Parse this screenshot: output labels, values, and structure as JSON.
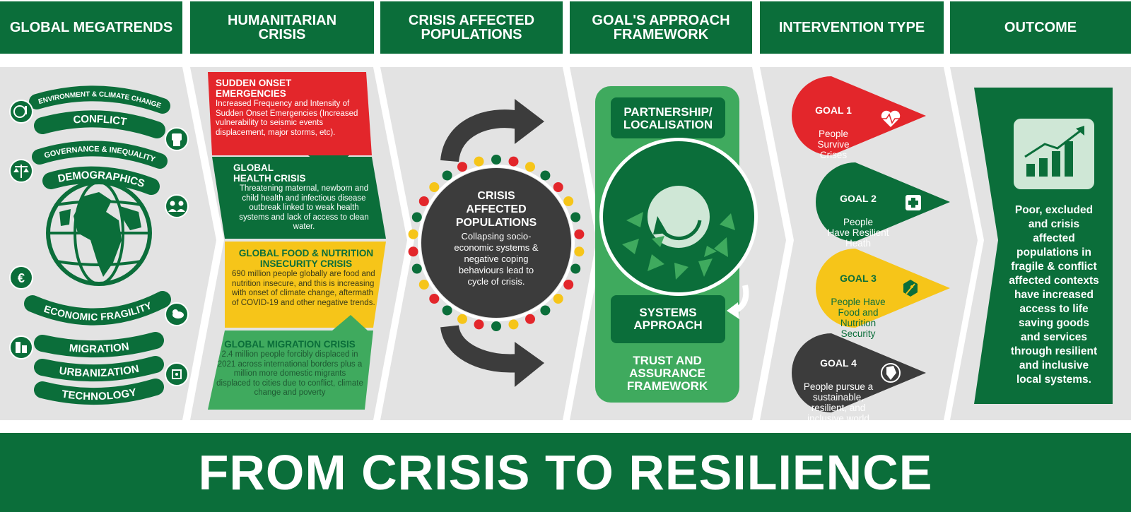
{
  "headers": [
    "GLOBAL MEGATRENDS",
    "HUMANITARIAN\nCRISIS",
    "CRISIS AFFECTED\nPOPULATIONS",
    "GOAL'S APPROACH\nFRAMEWORK",
    "INTERVENTION TYPE",
    "OUTCOME"
  ],
  "megatrends": {
    "top": [
      "ENVIRONMENT & CLIMATE CHANGE",
      "CONFLICT",
      "GOVERNANCE & INEQUALITY",
      "DEMOGRAPHICS"
    ],
    "bottom": [
      "ECONOMIC FRAGILITY",
      "MIGRATION",
      "URBANIZATION",
      "TECHNOLOGY"
    ],
    "icons": [
      "thermometer-globe-icon",
      "fist-icon",
      "scales-icon",
      "people-icon",
      "euro-icon",
      "cloud-transfer-icon",
      "buildings-icon",
      "circuit-icon"
    ]
  },
  "crises": [
    {
      "title": "SUDDEN ONSET\nEMERGENCIES",
      "body": "Increased Frequency and Intensity of Sudden Onset Emergencies (Increased vulnerability to seismic events displacement, major storms, etc).",
      "color": "#e3262b"
    },
    {
      "title": "GLOBAL\nHEALTH CRISIS",
      "body": "Threatening maternal, newborn and child health and infectious disease outbreak linked to weak health systems and lack of access to clean water.",
      "color": "#0b6e3a"
    },
    {
      "title": "GLOBAL FOOD & NUTRITION\nINSECURITY CRISIS",
      "body": "690 million people globally are food and nutrition insecure, and this is increasing with onset of climate change, aftermath of COVID-19 and other negative trends.",
      "color": "#f6c519"
    },
    {
      "title": "GLOBAL MIGRATION CRISIS",
      "body": "2.4 million people forcibly displaced in 2021 across international borders plus a million more domestic migrants displaced to cities due to conflict, climate change and poverty",
      "color": "#3faa5e"
    }
  ],
  "populations": {
    "title": "CRISIS\nAFFECTED\nPOPULATIONS",
    "body": "Collapsing socio-economic systems & negative coping behaviours lead to cycle of crisis."
  },
  "framework": {
    "top": "PARTNERSHIP/\nLOCALISATION",
    "middle": "SYSTEMS\nAPPROACH",
    "bottom": "TRUST AND\nASSURANCE\nFRAMEWORK"
  },
  "goals": [
    {
      "title": "GOAL 1",
      "body": "People\nSurvive\nCrises",
      "color": "#e3262b",
      "icon": "heart-pulse-icon"
    },
    {
      "title": "GOAL 2",
      "body": "People\nHave Resilient\nHeath",
      "color": "#0b6e3a",
      "icon": "medical-cross-icon"
    },
    {
      "title": "GOAL 3",
      "body": "People Have\nFood and\nNutrition\nSecurity",
      "color": "#f6c519",
      "icon": "wheat-icon"
    },
    {
      "title": "GOAL 4",
      "body": "People pursue a\nsustainable,\nresilient, and\ninclusive world",
      "color": "#3c3c3c",
      "icon": "globe-icon"
    }
  ],
  "outcome": "Poor, excluded and crisis affected populations in fragile & conflict affected contexts have increased access to life saving goods and services through resilient and inclusive local systems.",
  "footer": "FROM CRISIS TO RESILIENCE",
  "colors": {
    "dark_green": "#0b6e3a",
    "mid_green": "#3faa5e",
    "red": "#e3262b",
    "yellow": "#f6c519",
    "charcoal": "#3c3c3c",
    "panel_gray": "#e3e3e3"
  }
}
